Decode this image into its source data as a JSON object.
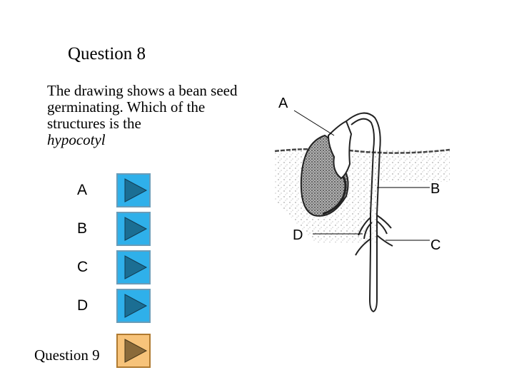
{
  "slide": {
    "title": "Question 8",
    "question_text": "The drawing shows a bean seed germinating. Which of the structures is the",
    "question_term": "hypocotyl"
  },
  "options": [
    {
      "label": "A"
    },
    {
      "label": "B"
    },
    {
      "label": "C"
    },
    {
      "label": "D"
    }
  ],
  "navigation": {
    "next_label": "Question 9"
  },
  "diagram": {
    "labels": {
      "a": "A",
      "b": "B",
      "c": "C",
      "d": "D"
    }
  },
  "icons": {
    "option_button": "play-triangle-icon",
    "next_button": "play-triangle-icon"
  },
  "colors": {
    "option_button_bg": "#2fb0ea",
    "option_triangle": "#1b6e93",
    "next_button_bg": "#f7c37a",
    "next_triangle": "#8a6a3a"
  }
}
